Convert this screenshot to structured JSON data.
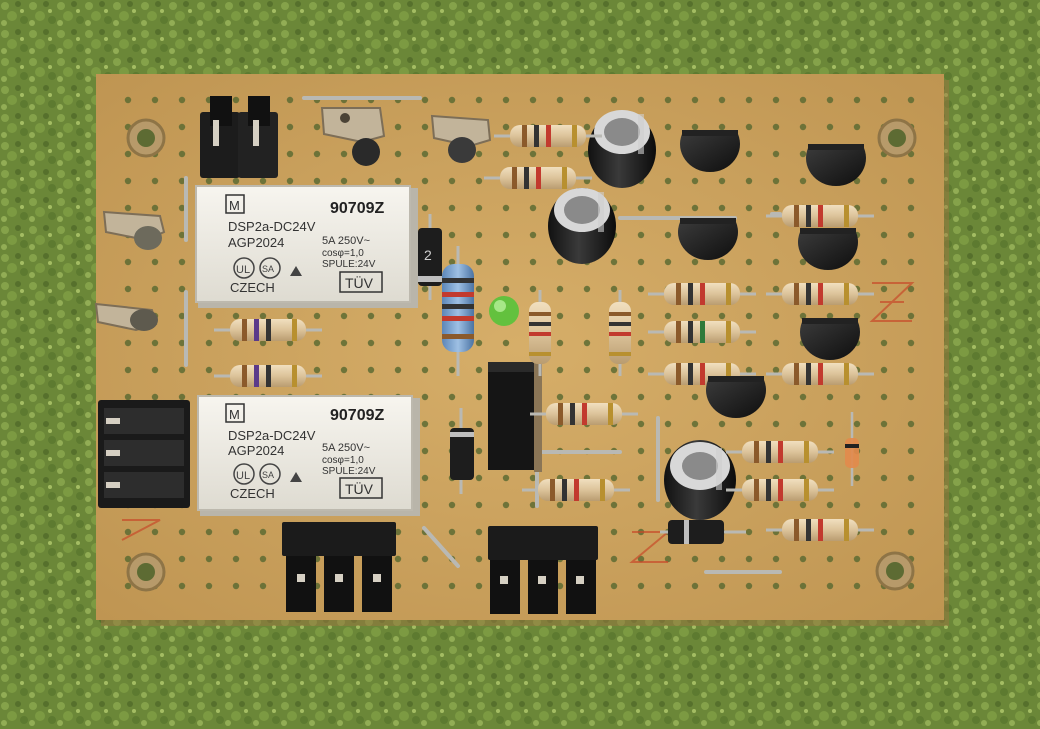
{
  "relays": [
    {
      "brand_mark": "M",
      "model": "DSP2a-DC24V",
      "part": "AGP2024",
      "date_code": "90709Z",
      "rating": "5A 250V~",
      "cos": "cosφ=1,0",
      "coil": "SPULE:24V",
      "origin": "CZECH",
      "cert": "TÜV"
    },
    {
      "brand_mark": "M",
      "model": "DSP2a-DC24V",
      "part": "AGP2024",
      "date_code": "90709Z",
      "rating": "5A 250V~",
      "cos": "cosφ=1,0",
      "coil": "SPULE:24V",
      "origin": "CZECH",
      "cert": "TÜV"
    }
  ],
  "diode_marking": "2",
  "colors": {
    "grass": "#6f8a3a",
    "board": "#c9a15d",
    "relay": "#f1efe8",
    "silkscreen": "#c84a2a"
  }
}
